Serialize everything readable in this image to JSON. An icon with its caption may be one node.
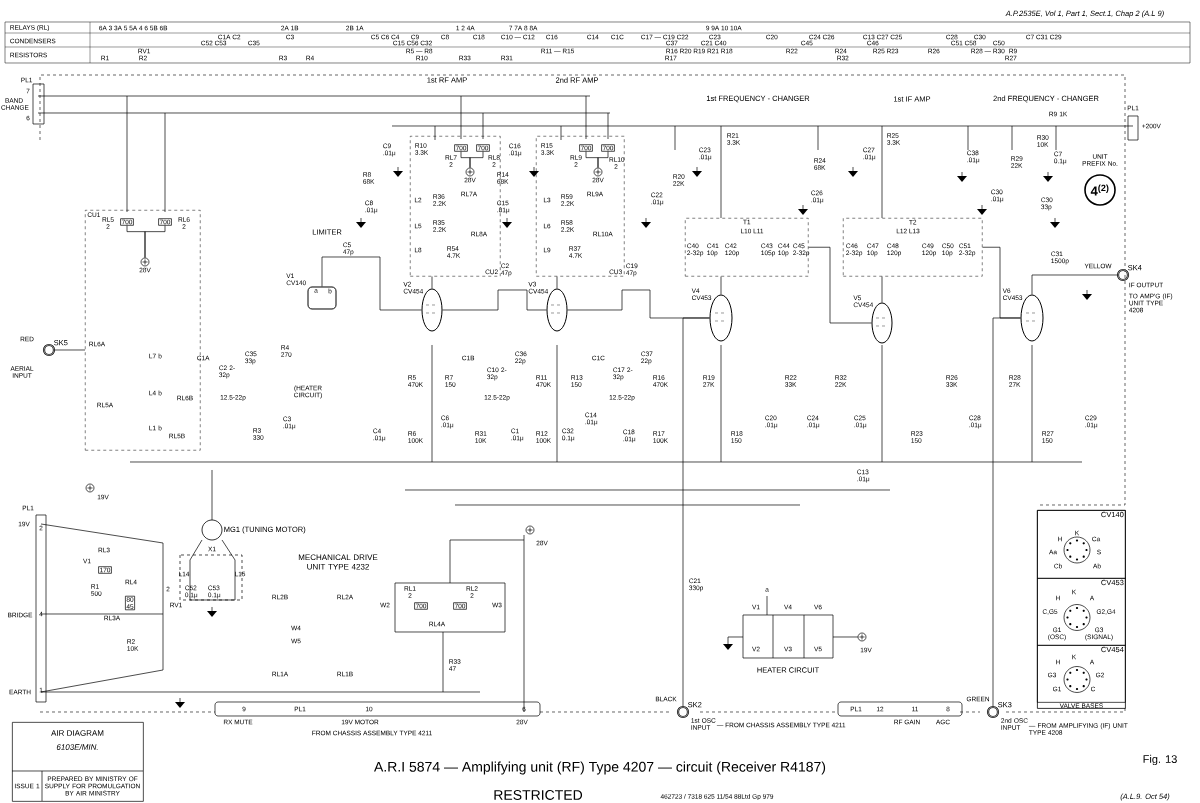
{
  "diagram": {
    "title": "A.R.I 5874 — Amplifying unit (RF) Type 4207 — circuit (Receiver R4187)",
    "nodes": [
      {
        "text": [
          "SK5"
        ],
        "beside": [
          "RED",
          "AERIAL INPUT"
        ]
      },
      {
        "text": [
          "CU1"
        ]
      },
      {
        "text": [
          "700"
        ],
        "in": 1,
        "beside": [
          "RL5 2"
        ]
      },
      {
        "text": [
          "700"
        ],
        "in": 1,
        "beside": [
          "RL6 2"
        ]
      },
      {
        "text": [
          "V1",
          "CV140"
        ]
      },
      {
        "text": [
          "CU2"
        ]
      },
      {
        "text": [
          "700"
        ],
        "in": 5,
        "beside": [
          "RL7 2"
        ]
      },
      {
        "text": [
          "700"
        ],
        "in": 5,
        "beside": [
          "RL8 2"
        ]
      },
      {
        "text": [
          "V2",
          "CV454"
        ]
      },
      {
        "text": [
          "CU3"
        ]
      },
      {
        "text": [
          "700"
        ],
        "in": 9,
        "beside": [
          "RL9 2"
        ]
      },
      {
        "text": [
          "700"
        ],
        "in": 9,
        "beside": [
          "RL10 2"
        ]
      },
      {
        "text": [
          "V3",
          "CV454"
        ]
      },
      {
        "text": [
          "T1"
        ]
      },
      {
        "text": [
          "V4",
          "CV453"
        ]
      },
      {
        "text": [
          "T2"
        ]
      },
      {
        "text": [
          "V5",
          "CV454"
        ]
      },
      {
        "text": [
          "V6",
          "CV453"
        ]
      },
      {
        "text": [
          "SK4"
        ],
        "beside": [
          "YELLOW",
          "IF OUTPUT",
          "TO AMP'G (IF) UNIT TYPE 4208"
        ]
      },
      {
        "text": [
          "4$^{(2)}$"
        ],
        "beside": [
          "UNIT PREFIX No."
        ]
      },
      {
        "text": [
          "SK2"
        ],
        "beside": [
          "BLACK",
          "1st OSC INPUT",
          "— FROM CHASSIS ASSEMBLY TYPE 4211"
        ]
      },
      {
        "text": [
          "SK3"
        ],
        "beside": [
          "GREEN",
          "2nd OSC INPUT",
          "— FROM AMPLIFYING (IF) UNIT TYPE 4208"
        ]
      },
      {
        "text": [
          "170"
        ],
        "beside": [
          "RL3"
        ]
      },
      {
        "text": [
          "80",
          "45"
        ],
        "beside": [
          "RL4"
        ]
      },
      {
        "text": [
          "MG1 (TUNING MOTOR)"
        ],
        "beside": [
          "X1"
        ]
      },
      {
        "text": [
          "700"
        ],
        "beside": [
          "RL1 2"
        ]
      },
      {
        "text": [
          "700"
        ],
        "beside": [
          "RL2 2"
        ]
      },
      {
        "text": [
          "AIR DIAGRAM",
          "6103E/MIN.",
          "ISSUE 1",
          "PREPARED BY MINISTRY OF SUPPLY FOR PROMULGATION BY AIR MINISTRY"
        ]
      },
      {
        "text": [
          "VALVE BASES"
        ]
      },
      {
        "text": [
          "CV140"
        ],
        "in": 28
      },
      {
        "text": [
          "CV453"
        ],
        "in": 28
      },
      {
        "text": [
          "CV454"
        ],
        "in": 28
      },
      {
        "text": [
          "28V"
        ],
        "in": 1
      },
      {
        "text": [
          "28V"
        ],
        "in": 5
      },
      {
        "text": [
          "28V"
        ],
        "in": 9
      }
    ],
    "edges": [
      {
        "from": 0,
        "to": 1,
        "arrow": "none"
      },
      {
        "from": 4,
        "to": 8,
        "arrow": "none"
      },
      {
        "from": 8,
        "to": 5,
        "arrow": "none"
      },
      {
        "from": 8,
        "to": 12,
        "arrow": "none"
      },
      {
        "from": 12,
        "to": 9,
        "arrow": "none"
      },
      {
        "from": 12,
        "to": 14,
        "arrow": "none"
      },
      {
        "from": 14,
        "to": 13,
        "arrow": "none"
      },
      {
        "from": 13,
        "to": 16,
        "arrow": "none"
      },
      {
        "from": 16,
        "to": 15,
        "arrow": "none"
      },
      {
        "from": 15,
        "to": 17,
        "arrow": "none"
      },
      {
        "from": 17,
        "to": 18,
        "arrow": "none"
      },
      {
        "from": 20,
        "to": 14,
        "arrow": "none"
      },
      {
        "from": 21,
        "to": 17,
        "arrow": "none"
      },
      {
        "from": 2,
        "to": 32,
        "arrow": "none"
      },
      {
        "from": 3,
        "to": 32,
        "arrow": "none"
      },
      {
        "from": 6,
        "to": 33,
        "arrow": "none"
      },
      {
        "from": 7,
        "to": 33,
        "arrow": "none"
      },
      {
        "from": 10,
        "to": 34,
        "arrow": "none"
      },
      {
        "from": 11,
        "to": 34,
        "arrow": "none"
      }
    ],
    "labels": [
      "A.P.2535E, Vol 1, Part 1, Sect.1, Chap 2 (A.L 9)",
      "RELAYS (RL)",
      "CONDENSERS",
      "RESISTORS",
      "6A 3 3A 5 5A 4 6 5B 6B",
      "2A 1B",
      "2B 1A",
      "1 2 4A",
      "7 7A 8 8A",
      "9 9A 10 10A",
      "C1A C2",
      "C3",
      "C5 C6 C4",
      "C9",
      "C8",
      "C18",
      "C10 — C12",
      "C16",
      "C14",
      "C1C",
      "C17 — C19 C22",
      "C23",
      "C20",
      "C24 C26",
      "C13 C27 C25",
      "C28",
      "C30",
      "C7 C31 C29",
      "C52 C53",
      "C35",
      "C15 C56 C32",
      "C37",
      "C21 C40",
      "C45",
      "C46",
      "C51 C58",
      "C50",
      "RV1",
      "R5 — R8",
      "R11 — R15",
      "R16 R20 R19 R21 R18",
      "R22",
      "R24",
      "R25 R23",
      "R26",
      "R28 — R30",
      "R9",
      "R1",
      "R2",
      "R3",
      "R4",
      "R10",
      "R33",
      "R31",
      "R17",
      "R32",
      "R27",
      "PL1",
      "7",
      "6",
      "BAND CHANGE",
      "1st RF AMP",
      "2nd RF AMP",
      "LIMITER",
      "1st FREQUENCY - CHANGER",
      "1st IF AMP",
      "2nd FREQUENCY - CHANGER",
      "PL1",
      "+200V",
      "R9 1K",
      "C5 47p",
      "a",
      "b",
      "C9 .01μ",
      "R10 3.3K",
      "R8 68K",
      "C8 .01μ",
      "L2",
      "R36 2.2K",
      "RL7A",
      "L5",
      "R35 2.2K",
      "RL8A",
      "L8",
      "R54 4.7K",
      "C2 47p",
      "C16 .01μ",
      "R15 3.3K",
      "R14 68K",
      "C15 .01μ",
      "L3",
      "R59 2.2K",
      "RL9A",
      "L6",
      "R58 2.2K",
      "RL10A",
      "L9",
      "R37 4.7K",
      "RL6A",
      "L7 b",
      "RL5A",
      "L4 b",
      "RL6B",
      "L1 b",
      "RL5B",
      "C1A",
      "C2 2-32p",
      "C35 33p",
      "12.5-22p",
      "R4 270",
      "(HEATER CIRCUIT)",
      "R3 330",
      "C3 .01μ",
      "C4 .01μ",
      "R5 470K",
      "R6 100K",
      "R7 150",
      "C6 .01μ",
      "C1B",
      "C10 2-32p",
      "C36 22p",
      "12.5-22p",
      "R11 470K",
      "R13 150",
      "R31 10K",
      "C1 .01μ",
      "R12 100K",
      "C32 0.1μ",
      "C14 .01μ",
      "C1C",
      "C17 2-32p",
      "C37 22p",
      "12.5-22p",
      "C19 47p",
      "R16 470K",
      "C18 .01μ",
      "R17 100K",
      "R20 22K",
      "C22 .01μ",
      "R21 3.3K",
      "C23 .01μ",
      "L10 L11",
      "C40 2-32p",
      "C41 10p",
      "C42 120p",
      "C43 105p",
      "C44 10p",
      "C45 2-32p",
      "R19 27K",
      "R18 150",
      "C20 .01μ",
      "R22 33K",
      "C24 .01μ",
      "R24 68K",
      "C26 .01μ",
      "R25 3.3K",
      "C27 .01μ",
      "C38 .01μ",
      "R32 22K",
      "L12 L13",
      "C46 2-32p",
      "C47 10p",
      "C48 120p",
      "C49 120p",
      "C50 10p",
      "C51 2-32p",
      "C25 .01μ",
      "R23 150",
      "R26 33K",
      "C28 .01μ",
      "R29 22K",
      "C30 .01μ",
      "R30 10K",
      "C7 0.1μ",
      "C30 33p",
      "C31 1500p",
      "R28 27K",
      "R27 150",
      "C29 .01μ",
      "C13 .01μ",
      "C21 330p",
      "V1",
      "V4",
      "V6",
      "V2",
      "V3",
      "V5",
      "a",
      "19V",
      "HEATER CIRCUIT",
      "PL1",
      "12",
      "11",
      "RF GAIN",
      "8",
      "AGC",
      "9",
      "RX MUTE",
      "PL1",
      "10",
      "19V MOTOR",
      "6",
      "28V",
      "FROM CHASSIS ASSEMBLY TYPE 4211",
      "PL1",
      "19V",
      "19V",
      "2",
      "V1",
      "R1 500",
      "BRIDGE",
      "4",
      "RL3A",
      "2",
      "RV1",
      "R2 10K",
      "EARTH",
      "1",
      "L14",
      "L15",
      "C52 0.1μ",
      "C53 0.1μ",
      "MECHANICAL DRIVE UNIT TYPE 4232",
      "RL2B",
      "RL2A",
      "W4",
      "W5",
      "RL1A",
      "RL1B",
      "28V",
      "W2",
      "W3",
      "RL4A",
      "R33 47",
      "Fig. 13",
      "RESTRICTED",
      "462723 / 7318 625 11/54 88Ltd Gp 979",
      "(A.L.9. Oct 54)",
      "K",
      "H",
      "Ca",
      "Aa",
      "S",
      "Cb",
      "Ab",
      "K",
      "H",
      "A",
      "C,G5",
      "G2,G4",
      "G1 (OSC)",
      "G3 (SIGNAL)",
      "K",
      "H",
      "A",
      "G3",
      "G2",
      "G1",
      "C"
    ]
  }
}
